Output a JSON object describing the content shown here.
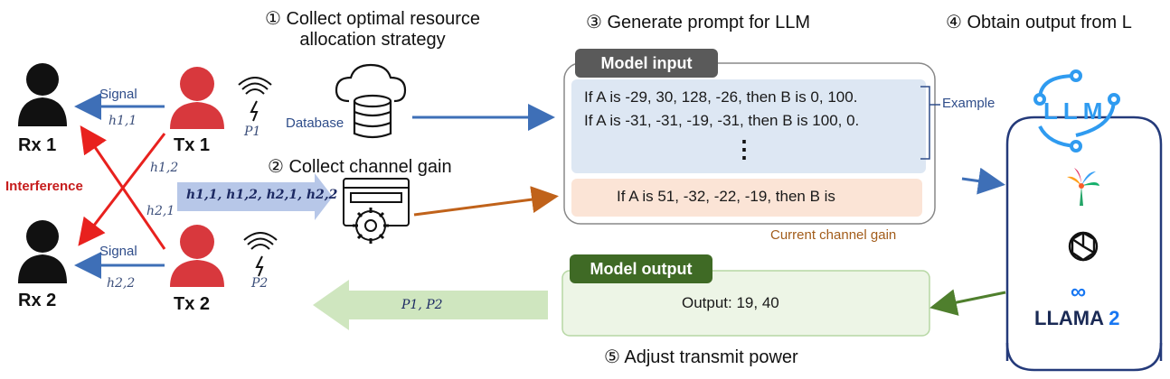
{
  "steps": {
    "s1_line1": "① Collect optimal resource",
    "s1_line2": "allocation strategy",
    "s2": "② Collect channel gain",
    "s3": "③ Generate prompt for LLM",
    "s4": "④ Obtain output from L",
    "s5": "⑤ Adjust transmit power"
  },
  "nodes": {
    "rx1": "Rx 1",
    "rx2": "Rx 2",
    "tx1": "Tx 1",
    "tx2": "Tx 2"
  },
  "labels": {
    "signal_top": "Signal",
    "signal_bottom": "Signal",
    "interference": "Interference",
    "database": "Database",
    "h11": "h1,1",
    "h12": "h1,2",
    "h21": "h2,1",
    "h22": "h2,2",
    "p1": "P1",
    "p2": "P2",
    "gains": "h1,1, h1,2, h2,1, h2,2",
    "powers": "P1, P2",
    "example": "Example",
    "current_gain": "Current channel gain"
  },
  "prompt": {
    "header": "Model input",
    "example1": "If A is -29, 30, 128, -26, then B is 0, 100.",
    "example2": "If A is -31, -31, -19, -31, then B is 100, 0.",
    "ellipsis": "⋮",
    "query": "If A is 51, -32, -22, -19, then B is"
  },
  "output": {
    "header": "Model output",
    "text": "Output: 19, 40"
  },
  "llm": {
    "logo_text": "LLM",
    "llama_text": "LLAMA",
    "llama_num": "2",
    "meta_symbol": "∞",
    "icons": [
      "llm-logo-icon",
      "gemma-icon",
      "openai-icon",
      "meta-icon"
    ]
  },
  "colors": {
    "signal": "#3e6fb7",
    "interference": "#e8211e",
    "tx": "#d8383d",
    "rx": "#111111",
    "gain_arrow": "#b7c7e8",
    "power_arrow": "#cfe6bf",
    "input_header": "#5a5a5a",
    "output_header": "#3f6a25",
    "example_bg": "#dde7f3",
    "query_bg": "#fbe4d6"
  }
}
